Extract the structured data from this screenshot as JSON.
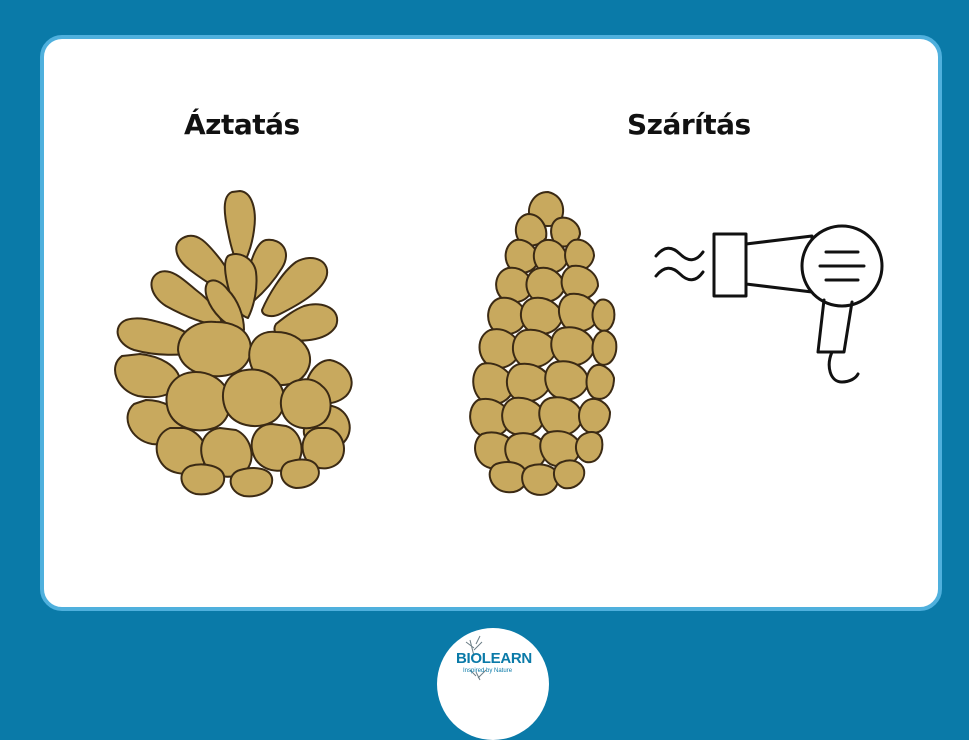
{
  "labels": {
    "soaking": "Áztatás",
    "drying": "Szárítás"
  },
  "logo": {
    "name": "BIOLEARN",
    "tagline": "Inspired by Nature"
  },
  "colors": {
    "background": "#0a7aa8",
    "card_border": "#4fb0dd",
    "scale_fill": "#c8a95e",
    "scale_stroke": "#3b2a14"
  },
  "icons": [
    "open-pine-cone-icon",
    "closed-pine-cone-icon",
    "airflow-icon",
    "hair-dryer-icon"
  ]
}
